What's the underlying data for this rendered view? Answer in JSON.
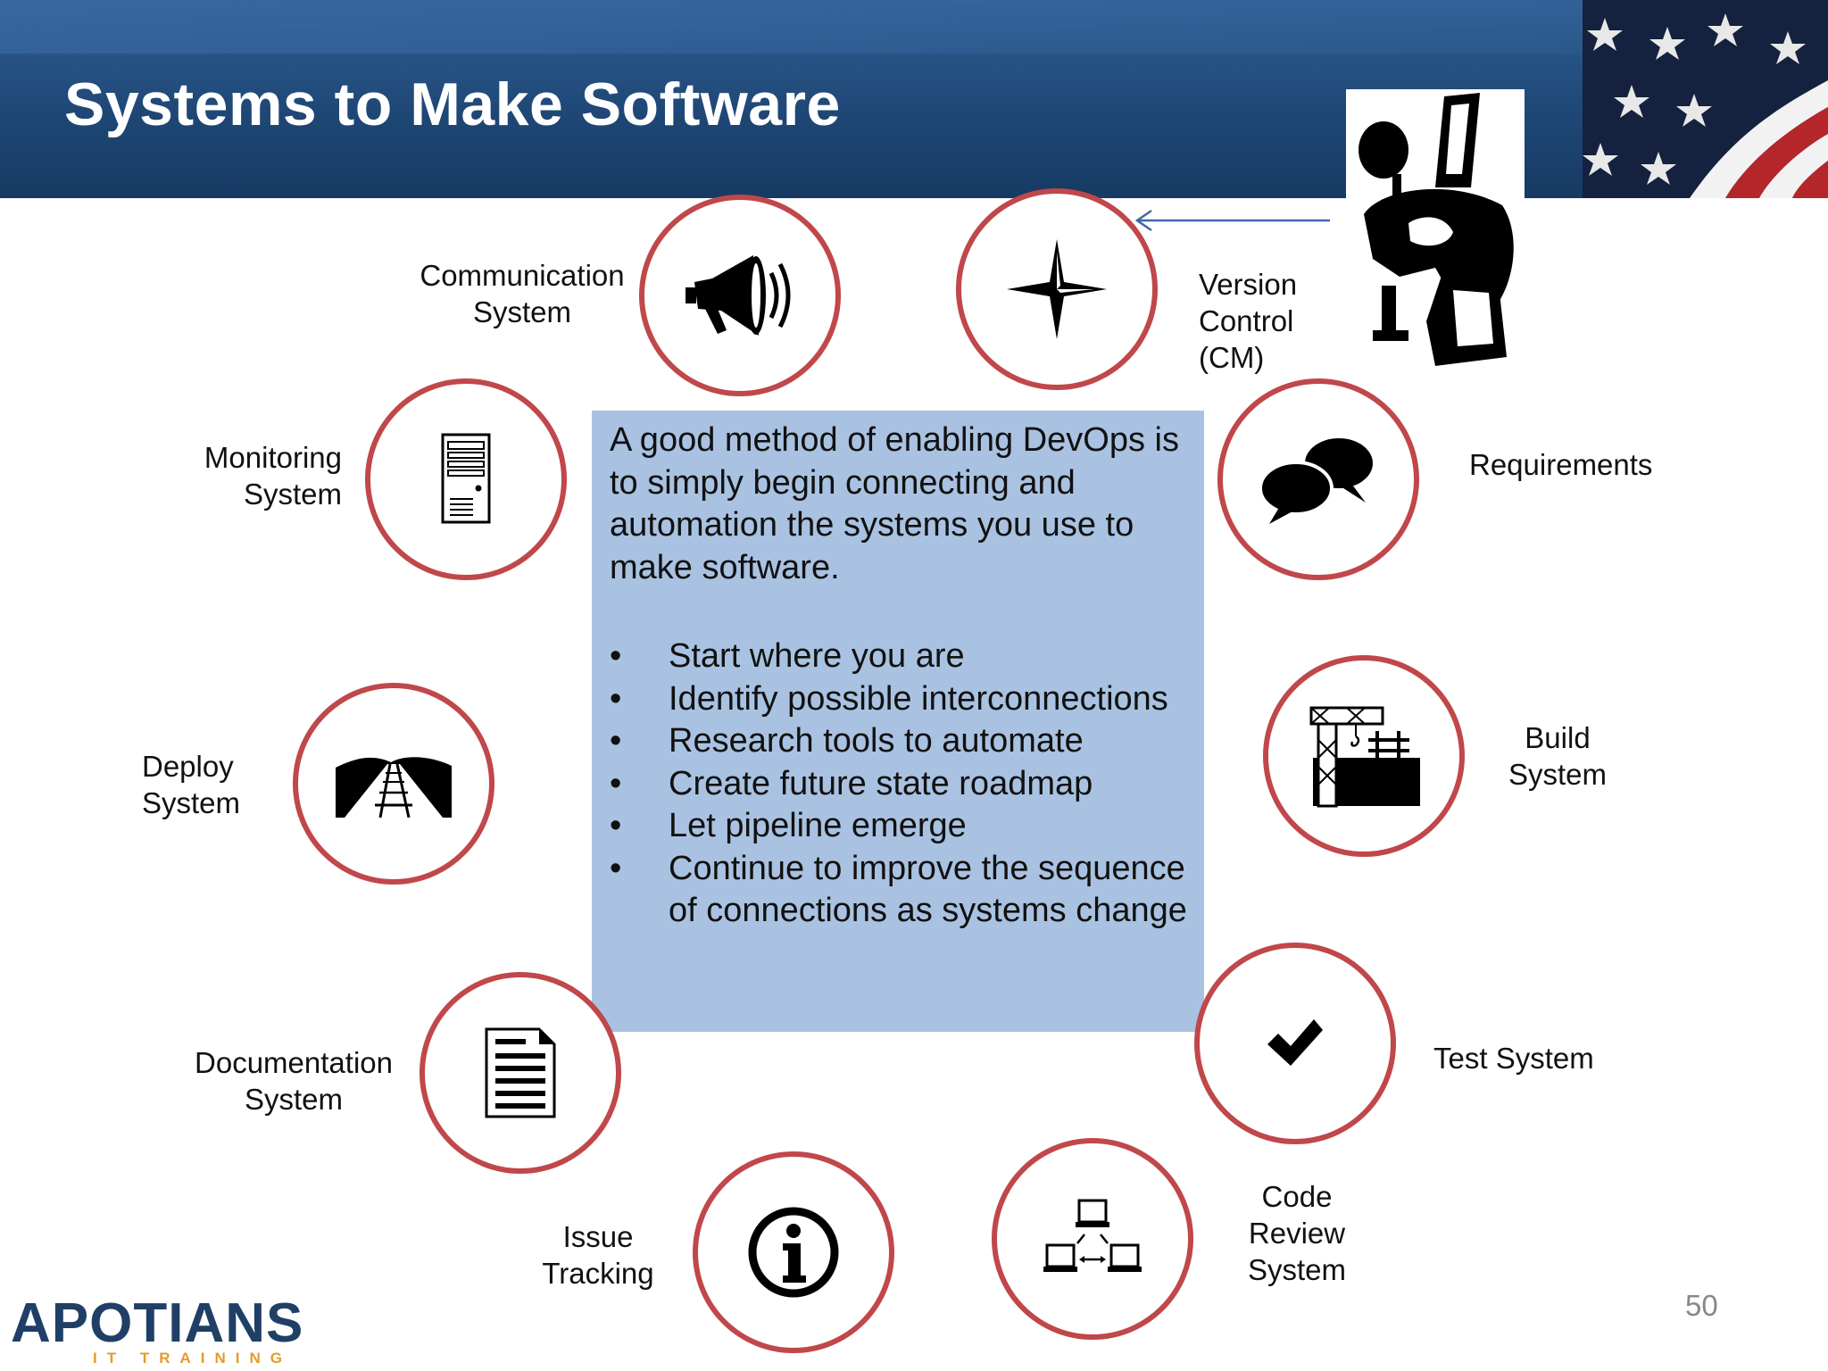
{
  "slide": {
    "title": "Systems to Make Software",
    "page_number": "50"
  },
  "panel": {
    "intro": "A good method of enabling DevOps is to simply begin connecting and automation the systems you use to make software.",
    "bullet_char": "•",
    "bullets": [
      "Start where you  are",
      "Identify possible interconnections",
      "Research tools to automate",
      "Create future state roadmap",
      "Let pipeline emerge",
      "Continue to improve the sequence of connections as systems change"
    ]
  },
  "systems": {
    "communication": {
      "line1": "Communication",
      "line2": "System",
      "icon": "megaphone-icon"
    },
    "version_control": {
      "line1": "Version",
      "line2": "Control",
      "line3": "(CM)",
      "icon": "compass-star-icon"
    },
    "monitoring": {
      "line1": "Monitoring",
      "line2": "System",
      "icon": "server-tower-icon"
    },
    "requirements": {
      "line1": "Requirements",
      "icon": "speech-bubbles-icon"
    },
    "deploy": {
      "line1": "Deploy",
      "line2": "System",
      "icon": "railroad-track-icon"
    },
    "build": {
      "line1": "Build",
      "line2": "System",
      "icon": "construction-crane-icon"
    },
    "documentation": {
      "line1": "Documentation",
      "line2": "System",
      "icon": "document-icon"
    },
    "test": {
      "line1": "Test System",
      "icon": "checkmark-icon"
    },
    "issue_tracking": {
      "line1": "Issue",
      "line2": "Tracking",
      "icon": "info-icon"
    },
    "code_review": {
      "line1": "Code",
      "line2": "Review",
      "line3": "System",
      "icon": "network-computers-icon"
    }
  },
  "logo": {
    "name": "APOTIANS",
    "tagline": "IT TRAINING"
  },
  "colors": {
    "header_blue": "#1f4877",
    "circle_red": "#c0474a",
    "panel_blue": "#a9c2e1",
    "logo_navy": "#1f3f66",
    "logo_orange": "#e39b2b"
  }
}
